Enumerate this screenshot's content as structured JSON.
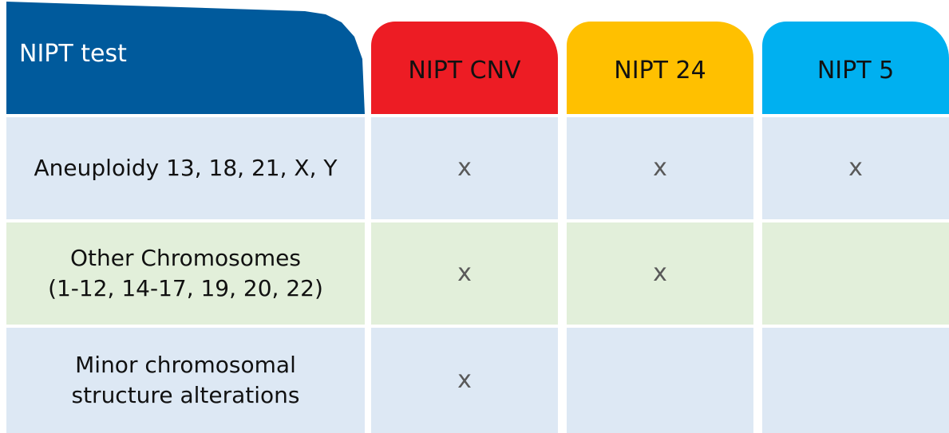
{
  "header": {
    "title": "NIPT test",
    "columns": [
      "NIPT CNV",
      "NIPT 24",
      "NIPT 5"
    ]
  },
  "rows": [
    {
      "label_lines": [
        "Aneuploidy 13, 18, 21, X, Y"
      ],
      "marks": [
        "x",
        "x",
        "x"
      ]
    },
    {
      "label_lines": [
        "Other Chromosomes",
        "(1-12, 14-17, 19, 20, 22)"
      ],
      "marks": [
        "x",
        "x",
        ""
      ]
    },
    {
      "label_lines": [
        "Minor chromosomal",
        "structure alterations"
      ],
      "marks": [
        "x",
        "",
        ""
      ]
    }
  ],
  "colors": {
    "header_main": "#005a9c",
    "nipt_cnv": "#ed1c24",
    "nipt_24": "#ffc000",
    "nipt_5": "#00b0f0",
    "row_blue": "#dde8f4",
    "row_green": "#e2efda",
    "mark_color": "#595959"
  }
}
